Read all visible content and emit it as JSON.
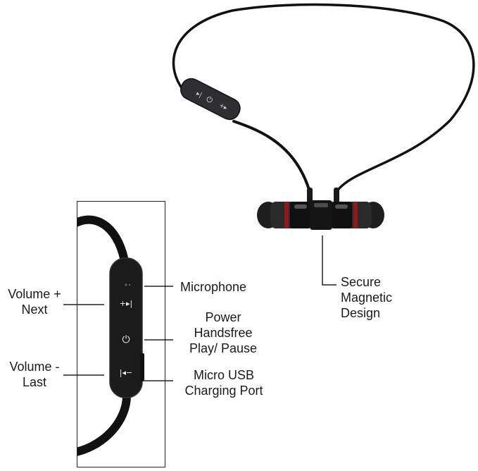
{
  "callouts": {
    "volume_plus": {
      "line1": "Volume +",
      "line2": "Next"
    },
    "volume_minus": {
      "line1": "Volume -",
      "line2": "Last"
    },
    "microphone": "Microphone",
    "power": {
      "line1": "Power",
      "line2": "Handsfree",
      "line3": "Play/ Pause"
    },
    "usb": {
      "line1": "Micro USB",
      "line2": "Charging Port"
    },
    "magnetic": {
      "line1": "Secure",
      "line2": "Magnetic",
      "line3": "Design"
    }
  },
  "colors": {
    "cable": "#111111",
    "remote": "#2b2b2d",
    "accent_ring": "#8b1a1a",
    "text": "#1a1a1a"
  },
  "icons": [
    "play-next-icon",
    "power-phone-icon",
    "previous-icon"
  ]
}
